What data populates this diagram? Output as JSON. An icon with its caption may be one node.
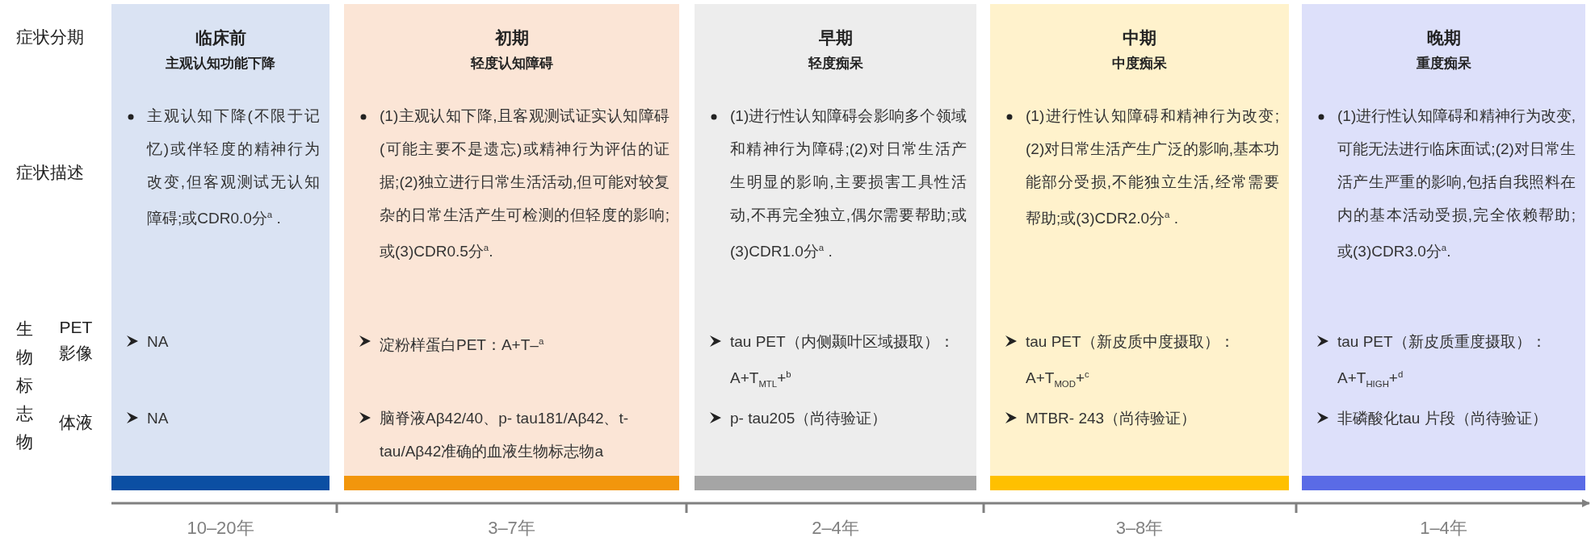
{
  "diagram": {
    "nodes": [
      {
        "text": [
          "临床前",
          "主观认知功能下降",
          "主观认知下降(不限于记忆)或伴轻度的精神行为改变,但客观测试无认知障碍;或CDR0.0分$^{a}$ .",
          "NA",
          "NA"
        ],
        "beside": [
          "10–20年"
        ]
      },
      {
        "text": [
          "初期",
          "轻度认知障碍",
          "(1)主观认知下降,且客观测试证实认知障碍(可能主要不是遗忘)或精神行为评估的证据;(2)独立进行日常生活活动,但可能对较复杂的日常生活产生可检测的但轻度的影响;或(3)CDR0.5分$^{a}$.",
          "淀粉样蛋白PET：A+T–$^{a}$",
          "脑脊液Aβ42/40、p- tau181/Aβ42、t- tau/Aβ42准确的血液生物标志物a"
        ],
        "beside": [
          "3–7年"
        ]
      },
      {
        "text": [
          "早期",
          "轻度痴呆",
          "(1)进行性认知障碍会影响多个领域和精神行为障碍;(2)对日常生活产生明显的影响,主要损害工具性活动,不再完全独立,偶尔需要帮助;或(3)CDR1.0分$^{a}$ .",
          "tau PET（内侧颞叶区域摄取）：A+T$_{MTL}$+$^{b}$",
          "p- tau205（尚待验证）"
        ],
        "beside": [
          "2–4年"
        ]
      },
      {
        "text": [
          "中期",
          "中度痴呆",
          "(1)进行性认知障碍和精神行为改变;(2)对日常生活产生广泛的影响,基本功能部分受损,不能独立生活,经常需要帮助;或(3)CDR2.0分$^{a}$ .",
          "tau PET（新皮质中度摄取）：A+T$_{MOD}$+$^{c}$",
          "MTBR- 243（尚待验证）"
        ],
        "beside": [
          "3–8年"
        ]
      },
      {
        "text": [
          "晚期",
          "重度痴呆",
          "(1)进行性认知障碍和精神行为改变,可能无法进行临床面试;(2)对日常生活产生严重的影响,包括自我照料在内的基本活动受损,完全依赖帮助;或(3)CDR3.0分$^{a}$.",
          "tau PET（新皮质重度摄取）：A+T$_{HIGH}$+$^{d}$",
          "非磷酸化tau 片段（尚待验证）"
        ],
        "beside": [
          "1–4年"
        ]
      }
    ],
    "labels": [
      "症状分期",
      "症状描述",
      "生物标志物",
      "PET 影像",
      "体液"
    ]
  }
}
